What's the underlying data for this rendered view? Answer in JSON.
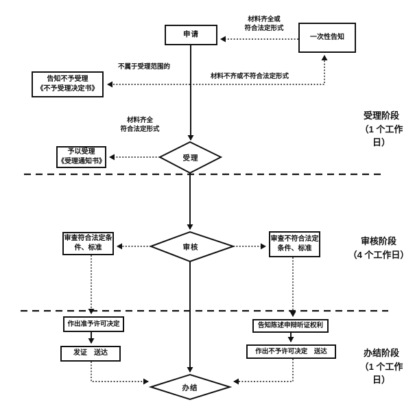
{
  "nodes": {
    "apply": {
      "label": "申请"
    },
    "one_time_notice": {
      "label": "一次性告知"
    },
    "reject_notice": {
      "label": "告知不予受理\n《不予受理决定书》"
    },
    "accept_notice": {
      "label": "予以受理\n《受理通知书》"
    },
    "accept": {
      "label": "受理"
    },
    "review_pass": {
      "label": "审查符合法定条\n件、标准"
    },
    "review": {
      "label": "审核"
    },
    "review_fail": {
      "label": "审查不符合法定\n条件、标准"
    },
    "grant_decision": {
      "label": "作出准予许可决定"
    },
    "issue_deliver": {
      "label": "发证　送达"
    },
    "hearing_rights": {
      "label": "告知陈述申辩听证权利"
    },
    "deny_decision": {
      "label": "作出不予许可决定　送达"
    },
    "complete": {
      "label": "办结"
    }
  },
  "edge_labels": {
    "complete_or_valid": "材料齐全或\n符合法定形式",
    "out_of_scope": "不属于受理范围的",
    "incomplete_or_invalid": "材料不齐或不符合法定形式",
    "complete_valid": "材料齐全\n符合法定形式"
  },
  "phases": {
    "accept_phase": "受理阶段\n（1 个工作\n日）",
    "review_phase": "审核阶段\n（4 个工作日）",
    "complete_phase": "办结阶段\n（1 个工作\n日）"
  },
  "colors": {
    "line": "#111111",
    "background": "#ffffff",
    "text": "#111111"
  }
}
